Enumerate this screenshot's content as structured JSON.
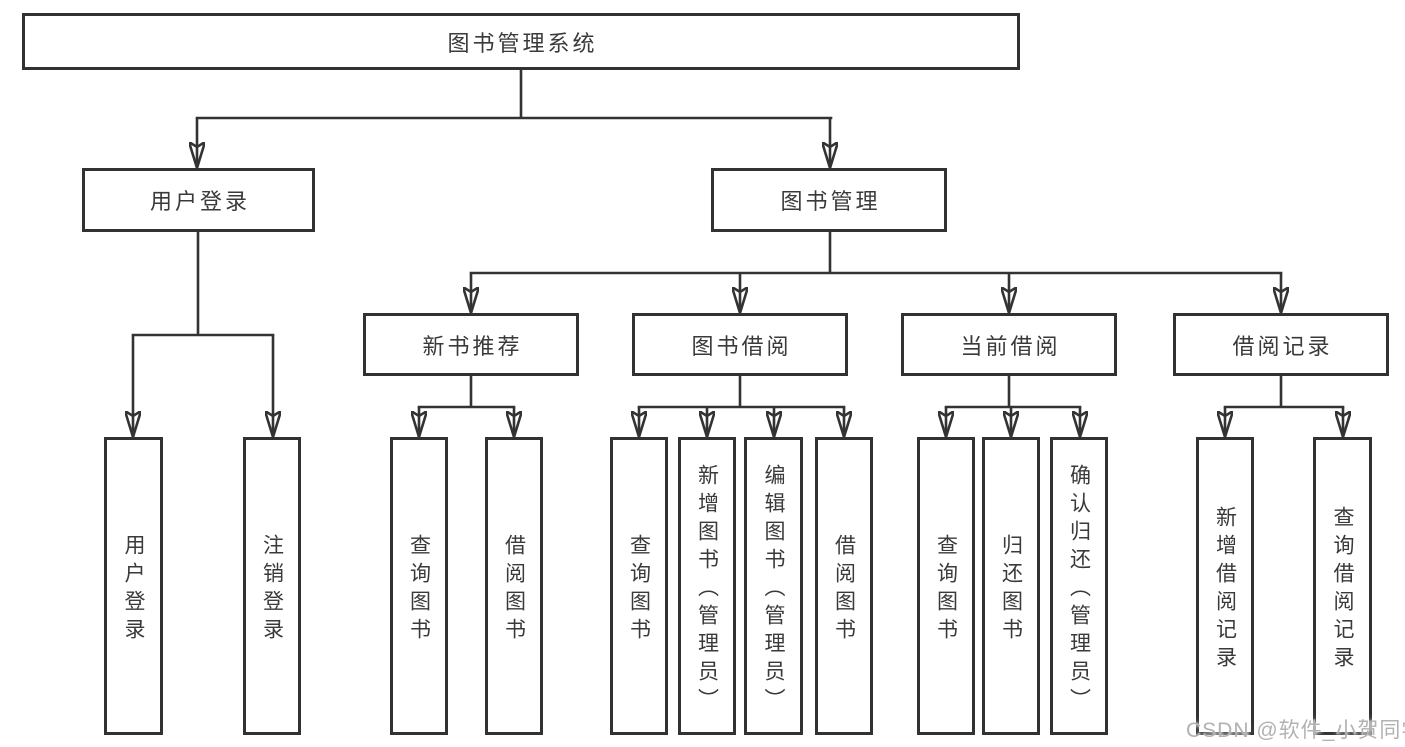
{
  "tree": {
    "root": "图书管理系统",
    "branches": [
      {
        "label": "用户登录",
        "children": [
          {
            "label": "用户登录"
          },
          {
            "label": "注销登录"
          }
        ]
      },
      {
        "label": "图书管理",
        "children": [
          {
            "label": "新书推荐",
            "children": [
              {
                "label": "查询图书"
              },
              {
                "label": "借阅图书"
              }
            ]
          },
          {
            "label": "图书借阅",
            "children": [
              {
                "label": "查询图书"
              },
              {
                "label": "新增图书（管理员）"
              },
              {
                "label": "编辑图书（管理员）"
              },
              {
                "label": "借阅图书"
              }
            ]
          },
          {
            "label": "当前借阅",
            "children": [
              {
                "label": "查询图书"
              },
              {
                "label": "归还图书"
              },
              {
                "label": "确认归还（管理员）"
              }
            ]
          },
          {
            "label": "借阅记录",
            "children": [
              {
                "label": "新增借阅记录"
              },
              {
                "label": "查询借阅记录"
              }
            ]
          }
        ]
      }
    ]
  },
  "watermark": {
    "text": "CSDN @软件_小贺同学"
  },
  "colors": {
    "line": "#333333",
    "border": "#323232",
    "text": "#3a3a3a",
    "watermark": "#b2b2b2",
    "background": "#ffffff"
  }
}
